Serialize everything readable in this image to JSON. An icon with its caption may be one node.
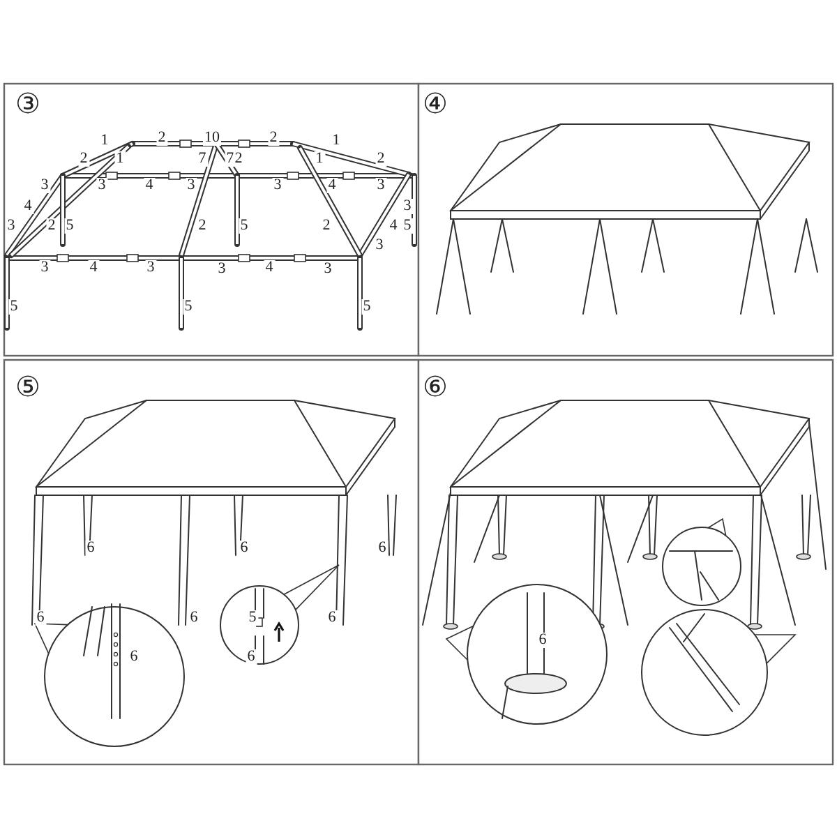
{
  "diagram": {
    "labels": [
      "③",
      "1",
      "2",
      "10",
      "2",
      "1",
      "2",
      "1",
      "7",
      "7",
      "2",
      "1",
      "2",
      "3",
      "3",
      "4",
      "3",
      "3",
      "4",
      "3",
      "4",
      "3",
      "3",
      "2",
      "5",
      "2",
      "5",
      "2",
      "4",
      "5",
      "3",
      "3",
      "4",
      "3",
      "3",
      "4",
      "3",
      "5",
      "5",
      "5",
      "④",
      "⑤",
      "6",
      "6",
      "6",
      "6",
      "6",
      "5",
      "6",
      "6",
      "6",
      "⑥",
      "6"
    ]
  }
}
